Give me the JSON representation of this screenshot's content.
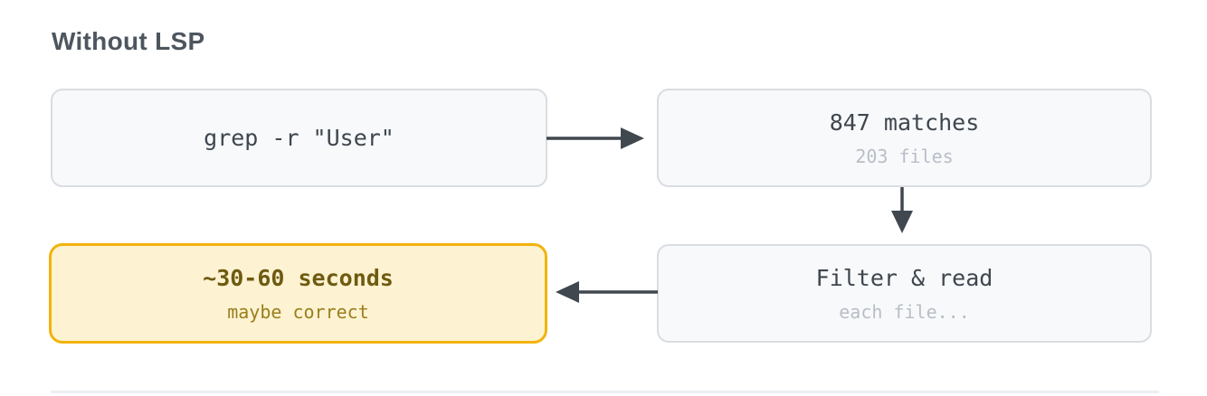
{
  "diagram": {
    "title": "Without LSP",
    "nodes": [
      {
        "id": "grep-command",
        "label": "grep -r \"User\"",
        "sublabel": "",
        "variant": "default"
      },
      {
        "id": "match-results",
        "label": "847 matches",
        "sublabel": "203 files",
        "variant": "default"
      },
      {
        "id": "filter-step",
        "label": "Filter & read",
        "sublabel": "each file...",
        "variant": "default"
      },
      {
        "id": "outcome",
        "label": "~30-60 seconds",
        "sublabel": "maybe correct",
        "variant": "highlight"
      }
    ],
    "edges": [
      {
        "from": "grep-command",
        "to": "match-results",
        "direction": "right"
      },
      {
        "from": "match-results",
        "to": "filter-step",
        "direction": "down"
      },
      {
        "from": "filter-step",
        "to": "outcome",
        "direction": "left"
      }
    ],
    "colors": {
      "background": "#ffffff",
      "title_text": "#4d565f",
      "node_bg": "#f8f9fb",
      "node_border": "#d9dde2",
      "node_text": "#3e464e",
      "node_muted_text": "#b8bec6",
      "arrow": "#40474f",
      "highlight_bg": "#fdf3d2",
      "highlight_border": "#f2b30d",
      "highlight_text": "#6e5a10",
      "highlight_muted_text": "#9a7e1d",
      "divider": "#eceff2"
    }
  }
}
